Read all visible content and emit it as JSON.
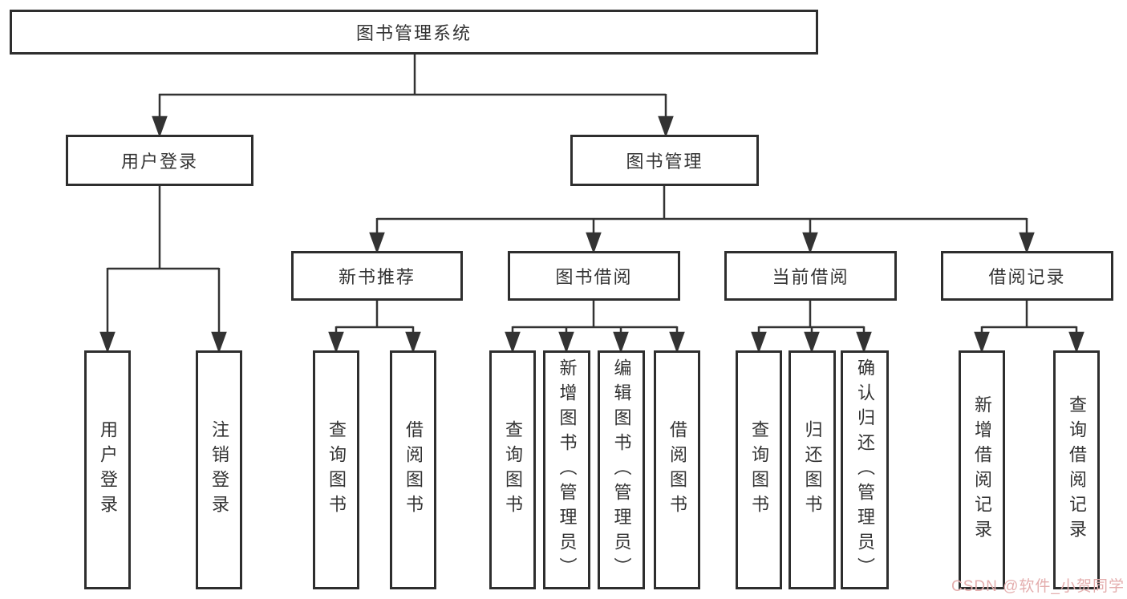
{
  "nodes": {
    "root": {
      "label": "图书管理系统"
    },
    "user_login": {
      "label": "用户登录"
    },
    "book_mgmt": {
      "label": "图书管理"
    },
    "new_rec": {
      "label": "新书推荐"
    },
    "book_borrow": {
      "label": "图书借阅"
    },
    "current_borrow": {
      "label": "当前借阅"
    },
    "borrow_records": {
      "label": "借阅记录"
    },
    "leaf_login": {
      "label": "用户登录"
    },
    "leaf_logout": {
      "label": "注销登录"
    },
    "leaf_nr_query": {
      "label": "查询图书"
    },
    "leaf_nr_borrow": {
      "label": "借阅图书"
    },
    "leaf_bb_query": {
      "label": "查询图书"
    },
    "leaf_bb_add": {
      "label": "新增图书（管理员）"
    },
    "leaf_bb_edit": {
      "label": "编辑图书（管理员）"
    },
    "leaf_bb_borrow": {
      "label": "借阅图书"
    },
    "leaf_cb_query": {
      "label": "查询图书"
    },
    "leaf_cb_return": {
      "label": "归还图书"
    },
    "leaf_cb_confirm": {
      "label": "确认归还（管理员）"
    },
    "leaf_br_add": {
      "label": "新增借阅记录"
    },
    "leaf_br_query": {
      "label": "查询借阅记录"
    }
  },
  "watermark": {
    "text": "CSDN @软件_小贺同学",
    "color": "#e4aeae"
  },
  "colors": {
    "line": "#333333",
    "box_border": "#2e2e2e",
    "text": "#333333",
    "background": "#ffffff"
  }
}
